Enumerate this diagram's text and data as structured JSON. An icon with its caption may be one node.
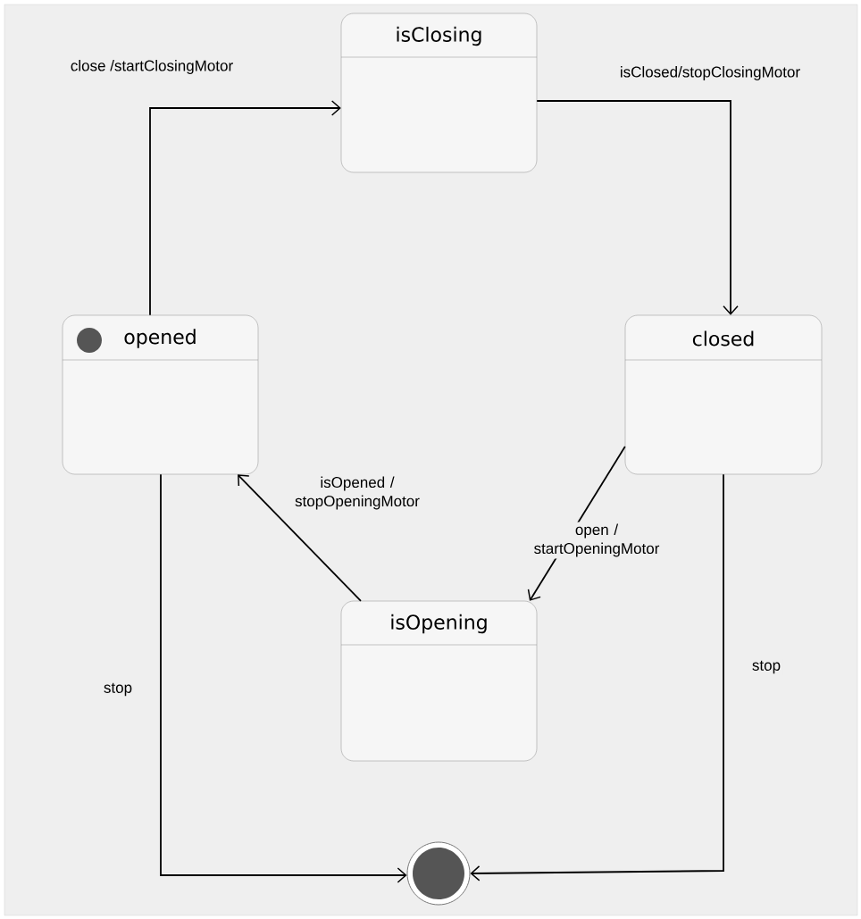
{
  "diagram": {
    "nodes": [
      {
        "text": [
          "isClosing"
        ]
      },
      {
        "text": [
          "opened"
        ]
      },
      {
        "text": [
          "closed"
        ]
      },
      {
        "text": [
          "isOpening"
        ]
      },
      {
        "text": [],
        "shape": "circle"
      }
    ],
    "edges": [
      {
        "from": 1,
        "to": 0,
        "arrow": "to",
        "label": "close /startClosingMotor"
      },
      {
        "from": 0,
        "to": 2,
        "arrow": "to",
        "label": "isClosed/stopClosingMotor"
      },
      {
        "from": 2,
        "to": 3,
        "arrow": "to",
        "label": "open / startOpeningMotor"
      },
      {
        "from": 3,
        "to": 1,
        "arrow": "to",
        "label": "isOpened / stopOpeningMotor"
      },
      {
        "from": 1,
        "to": 4,
        "arrow": "to",
        "label": "stop"
      },
      {
        "from": 2,
        "to": 4,
        "arrow": "to",
        "label": "stop"
      }
    ]
  }
}
